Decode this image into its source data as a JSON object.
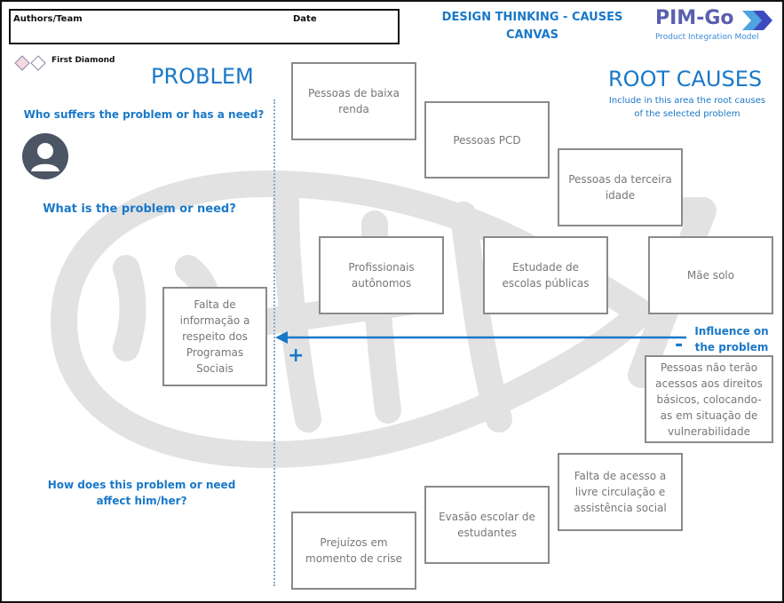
{
  "header": {
    "authors_label": "Authors/Team",
    "date_label": "Date",
    "title_line1": "DESIGN THINKING - CAUSES",
    "title_line2": "CANVAS",
    "logo_text": "PIM-Go",
    "logo_subtitle": "Product Integration Model"
  },
  "diamond_label": "First Diamond",
  "problem": {
    "heading": "PROBLEM",
    "q_who": "Who suffers the problem or has a need?",
    "q_what": "What is the problem or need?",
    "q_how_line1": "How does this problem or need",
    "q_how_line2": "affect him/her?",
    "sticky": "Falta de informação a respeito dos Programas Sociais"
  },
  "root_causes": {
    "heading": "ROOT CAUSES",
    "sub_line1": "Include in this area the root causes",
    "sub_line2": "of the selected problem"
  },
  "influence": {
    "label_line1": "Influence on",
    "label_line2": "the problem",
    "plus": "+",
    "minus": "-"
  },
  "notes": {
    "n1": "Pessoas de baixa renda",
    "n2": "Pessoas PCD",
    "n3": "Pessoas da terceira idade",
    "n4": "Profissionais autônomos",
    "n5": "Estudade de escolas públicas",
    "n6": "Mãe solo",
    "n7": "Pessoas não terão acessos aos direitos básicos, colocando-as em situação de vulnerabilidade",
    "n8": "Falta de acesso a livre circulação e assistência social",
    "n9": "Evasão escolar de estudantes",
    "n10": "Prejuízos em momento de crise"
  },
  "colors": {
    "accent": "#1a78c8",
    "sticky_border": "#8a8a8a",
    "watermark": "#e0e0e0"
  }
}
